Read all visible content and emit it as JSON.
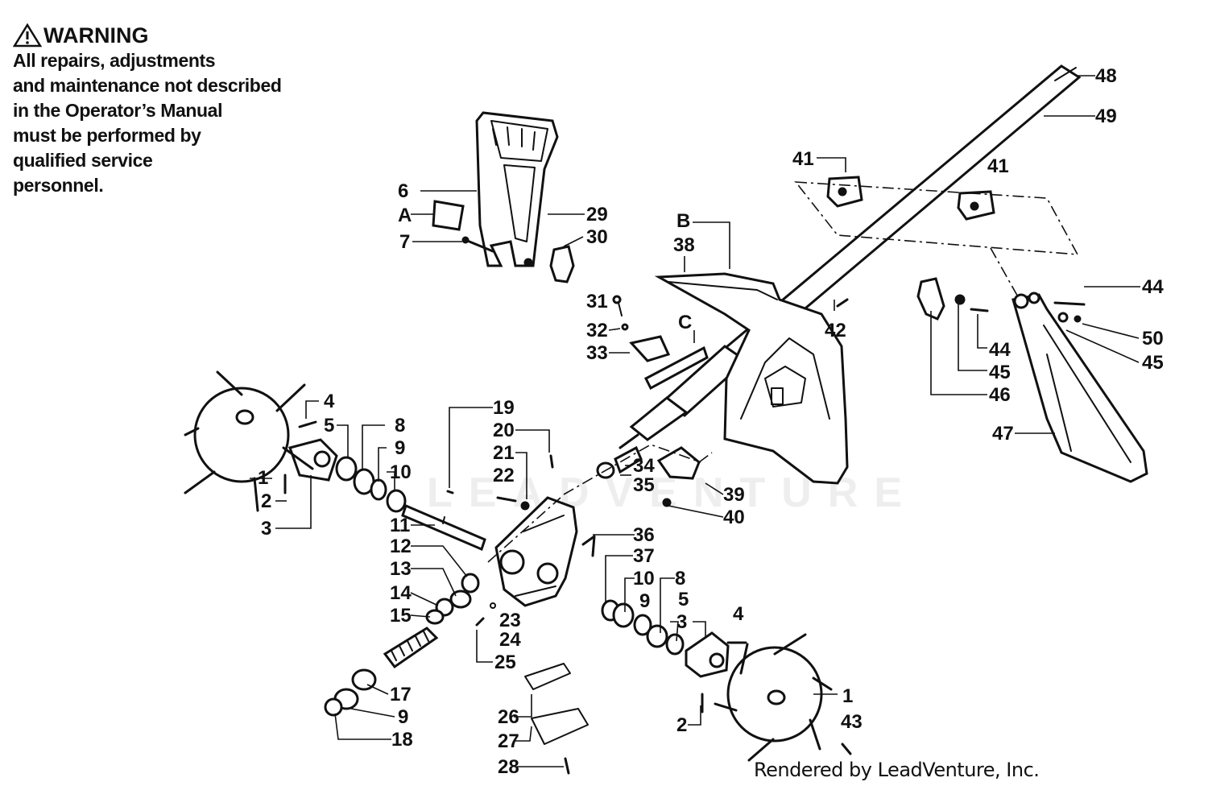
{
  "warning": {
    "title": "WARNING",
    "lines": [
      "All repairs, adjustments",
      "and maintenance not described",
      "in the Operator’s Manual",
      "must be performed by",
      "qualified service",
      "personnel."
    ]
  },
  "callouts": [
    "1",
    "1",
    "2",
    "2",
    "3",
    "3",
    "4",
    "4",
    "5",
    "5",
    "6",
    "7",
    "8",
    "8",
    "9",
    "9",
    "9",
    "10",
    "10",
    "11",
    "12",
    "13",
    "14",
    "15",
    "17",
    "18",
    "19",
    "20",
    "21",
    "22",
    "23",
    "24",
    "25",
    "26",
    "27",
    "28",
    "29",
    "30",
    "31",
    "32",
    "33",
    "34",
    "35",
    "36",
    "37",
    "38",
    "39",
    "40",
    "41",
    "41",
    "42",
    "43",
    "44",
    "44",
    "45",
    "45",
    "46",
    "47",
    "48",
    "49",
    "50",
    "A",
    "B",
    "C"
  ],
  "watermark": "LEADVENTURE",
  "credit": "Rendered by LeadVenture, Inc."
}
